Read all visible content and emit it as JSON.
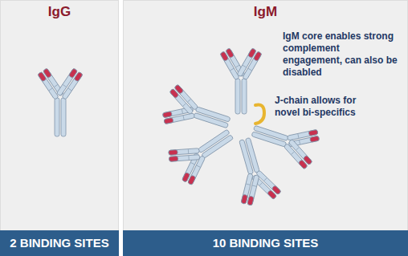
{
  "diagram": {
    "nodes": [
      {
        "text": [
          "IgG"
        ]
      },
      {
        "text": [
          "2 BINDING SITES"
        ],
        "in": 0
      },
      {
        "text": [
          "IgM"
        ]
      },
      {
        "text": [
          "10 BINDING SITES"
        ],
        "in": 2
      }
    ],
    "labels": [
      "IgM core enables strong complement engagement, can also be disabled",
      "J-chain allows for novel bi-specifics"
    ]
  }
}
